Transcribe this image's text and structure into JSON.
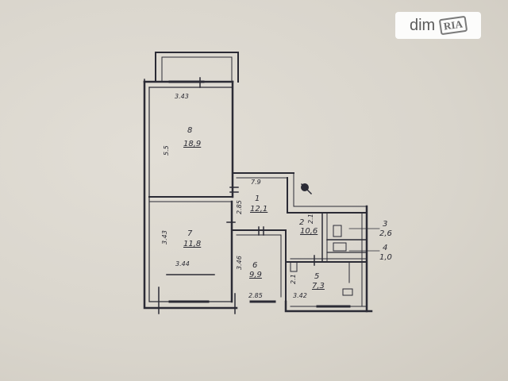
{
  "watermark": {
    "brand": "dim",
    "badge": "RIA"
  },
  "rooms": [
    {
      "number": "8",
      "area": "18,9"
    },
    {
      "number": "7",
      "area": "11,8"
    },
    {
      "number": "1",
      "area": "12,1"
    },
    {
      "number": "2",
      "area": "10,6"
    },
    {
      "number": "3",
      "area": "2,6"
    },
    {
      "number": "4",
      "area": "1,0"
    },
    {
      "number": "5",
      "area": "7,3"
    },
    {
      "number": "6",
      "area": "9,9"
    }
  ],
  "dimensions": {
    "room8_width": "3.43",
    "room8_length": "5.5",
    "room7_width": "3.44",
    "room7_length": "3.43",
    "partition_a": "2.85",
    "room1_width": "7.9",
    "room6_length": "3.46",
    "room6_width": "2.85",
    "room5_width": "3.42",
    "room5_length": "2.1",
    "room2_width": "2.1"
  }
}
